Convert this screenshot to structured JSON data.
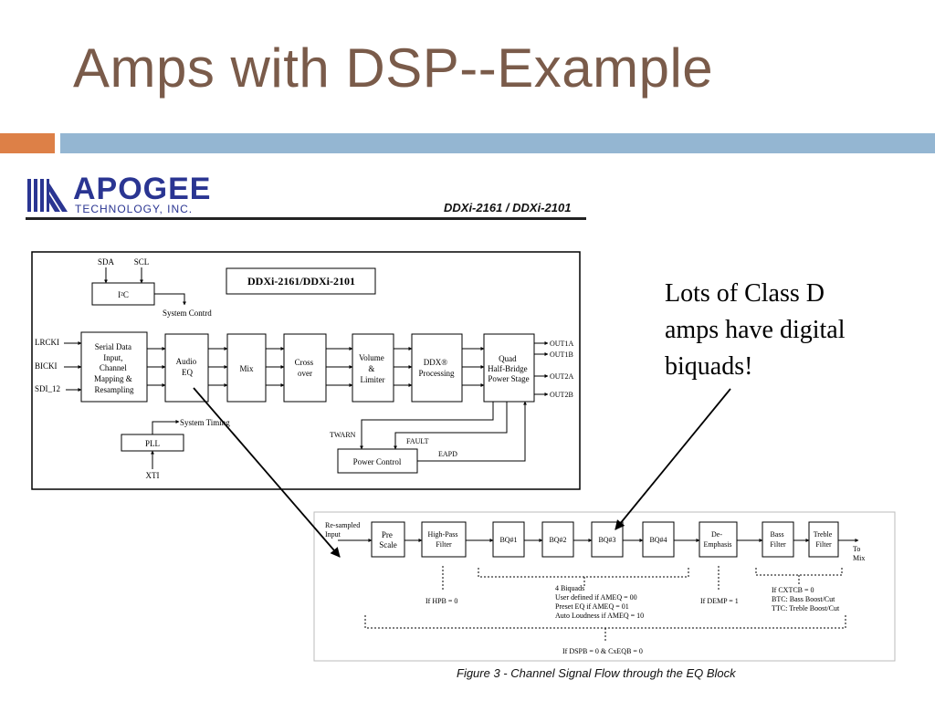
{
  "slide": {
    "title": "Amps with DSP--Example",
    "accent_colors": {
      "title": "#7a5b4a",
      "bar_orange": "#dd8047",
      "bar_blue": "#94b6d2"
    }
  },
  "logo": {
    "name": "APOGEE",
    "subtitle": "TECHNOLOGY, INC.",
    "icon": "apogee-stripes-icon"
  },
  "part_number": "DDXi-2161 / DDXi-2101",
  "callout": {
    "lines": [
      "Lots of Class D",
      "amps have digital",
      "biquads!"
    ]
  },
  "block_diagram": {
    "chip_label": "DDXi-2161/DDXi-2101",
    "i2c": {
      "sda": "SDA",
      "scl": "SCL",
      "block": "I²C",
      "system_control": "System Contrd"
    },
    "inputs": [
      "LRCKI",
      "BICKI",
      "SDI_12"
    ],
    "blocks": {
      "serial": [
        "Serial Data",
        "Input,",
        "Channel",
        "Mapping &",
        "Resampling"
      ],
      "audio_eq": [
        "Audio",
        "EQ"
      ],
      "mix": "Mix",
      "crossover": [
        "Cross",
        "over"
      ],
      "volume": [
        "Volume",
        "&",
        "Limiter"
      ],
      "ddx": [
        "DDX®",
        "Processing"
      ],
      "quad": [
        "Quad",
        "Half-Bridge",
        "Power Stage"
      ]
    },
    "outputs": [
      "OUT1A",
      "OUT1B",
      "OUT2A",
      "OUT2B"
    ],
    "pll": "PLL",
    "system_timing": "System Timing",
    "xti": "XTI",
    "power_control": "Power Control",
    "twarn": "TWARN",
    "fault": "FAULT",
    "eapd": "EAPD"
  },
  "eq_diagram": {
    "input_label": [
      "Re-sampled",
      "Input"
    ],
    "blocks": [
      [
        "Pre",
        "Scale"
      ],
      [
        "High-Pass",
        "Filter"
      ],
      [
        "BQ#1"
      ],
      [
        "BQ#2"
      ],
      [
        "BQ#3"
      ],
      [
        "BQ#4"
      ],
      [
        "De-",
        "Emphasis"
      ],
      [
        "Bass",
        "Filter"
      ],
      [
        "Treble",
        "Filter"
      ]
    ],
    "output_label": [
      "To",
      "Mix"
    ],
    "notes": {
      "hpb": "If HPB = 0",
      "biquads": [
        "4 Biquads",
        "User defined if AMEQ = 00",
        "Preset EQ if AMEQ = 01",
        "Auto Loudness if AMEQ = 10"
      ],
      "demp": "If DEMP = 1",
      "tone": [
        "If CXTCB = 0",
        "BTC: Bass Boost/Cut",
        "TTC: Treble Boost/Cut"
      ],
      "dspb": "If DSPB = 0 & CxEQB = 0"
    },
    "caption": "Figure 3 - Channel Signal Flow through the EQ Block"
  }
}
